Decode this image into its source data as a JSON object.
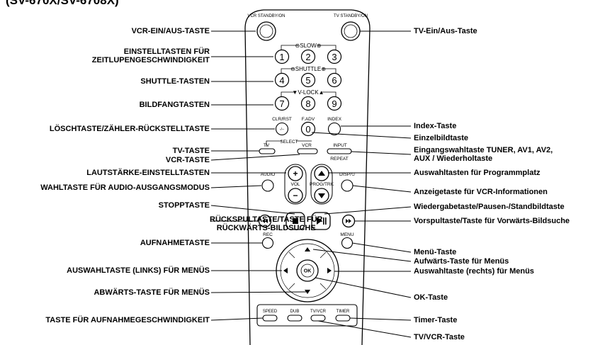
{
  "title": "(SV-670X/SV-6708X)",
  "remote": {
    "vcr_standby": "VCR STANDBY/ON",
    "tv_standby": "TV STANDBY/ON",
    "slow": "⊖SLOW⊕",
    "shuttle": "⊖SHUTTLE⊕",
    "vlock": "▼V-LOCK▲",
    "clr_rst": "CLR/RST",
    "fadv": "F.ADV",
    "index": "INDEX",
    "select": "SELECT",
    "tv": "TV",
    "vcr": "VCR",
    "input": "INPUT",
    "repeat": "REPEAT",
    "audio": "AUDIO",
    "vol": "VOL",
    "prog_trk": "PROG/TRK",
    "disp": "DISP/⏲",
    "rec": "REC",
    "menu": "MENU",
    "ok": "OK",
    "speed": "SPEED",
    "dub": "DUB",
    "tv_vcr": "TV/VCR",
    "timer": "TIMER",
    "digits": [
      "1",
      "2",
      "3",
      "4",
      "5",
      "6",
      "7",
      "8",
      "9",
      "0"
    ]
  },
  "left_labels": [
    {
      "id": "vcr-on-off",
      "lines": [
        "VCR-EIN/AUS-TASTE"
      ]
    },
    {
      "id": "slow-keys",
      "lines": [
        "EINSTELLTASTEN FÜR",
        "ZEITLUPENGESCHWINDIGKEIT"
      ]
    },
    {
      "id": "shuttle-keys",
      "lines": [
        "SHUTTLE-TASTEN"
      ]
    },
    {
      "id": "vlock-keys",
      "lines": [
        "BILDFANGTASTEN"
      ]
    },
    {
      "id": "clear-reset",
      "lines": [
        "LÖSCHTASTE/ZÄHLER-RÜCKSTELLTASTE"
      ]
    },
    {
      "id": "tv-key",
      "lines": [
        "TV-TASTE"
      ]
    },
    {
      "id": "vcr-key",
      "lines": [
        "VCR-TASTE"
      ]
    },
    {
      "id": "volume-keys",
      "lines": [
        "LAUTSTÄRKE-EINSTELLTASTEN"
      ]
    },
    {
      "id": "audio-mode",
      "lines": [
        "WAHLTASTE FÜR AUDIO-AUSGANGSMODUS"
      ]
    },
    {
      "id": "stop-key",
      "lines": [
        "STOPPTASTE"
      ]
    },
    {
      "id": "rewind-key",
      "lines": [
        "RÜCKSPULTASTE/TASTE FÜR",
        "RÜCKWÄRTS-BILDSUCHE"
      ]
    },
    {
      "id": "record-key",
      "lines": [
        "AUFNAHMETASTE"
      ]
    },
    {
      "id": "menu-left",
      "lines": [
        "AUSWAHLTASTE (LINKS) FÜR MENÜS"
      ]
    },
    {
      "id": "menu-down",
      "lines": [
        "ABWÄRTS-TASTE FÜR MENÜS"
      ]
    },
    {
      "id": "speed-key",
      "lines": [
        "TASTE FÜR AUFNAHMEGESCHWINDIGKEIT"
      ]
    }
  ],
  "right_labels": [
    {
      "id": "tv-on-off",
      "lines": [
        "TV-Ein/Aus-Taste"
      ]
    },
    {
      "id": "index-key",
      "lines": [
        "Index-Taste"
      ]
    },
    {
      "id": "frame-advance",
      "lines": [
        "Einzelbildtaste"
      ]
    },
    {
      "id": "input-select",
      "lines": [
        "Eingangswahltaste TUNER, AV1, AV2,",
        "AUX / Wiederholtaste"
      ]
    },
    {
      "id": "program-keys",
      "lines": [
        "Auswahltasten für Programmplatz"
      ]
    },
    {
      "id": "display-key",
      "lines": [
        "Anzeigetaste für VCR-Informationen"
      ]
    },
    {
      "id": "play-pause",
      "lines": [
        "Wiedergabetaste/Pausen-/Standbildtaste"
      ]
    },
    {
      "id": "forward-key",
      "lines": [
        "Vorspultaste/Taste für Vorwärts-Bildsuche"
      ]
    },
    {
      "id": "menu-key",
      "lines": [
        "Menü-Taste"
      ]
    },
    {
      "id": "menu-up",
      "lines": [
        "Aufwärts-Taste für Menüs"
      ]
    },
    {
      "id": "menu-right",
      "lines": [
        "Auswahltaste (rechts) für Menüs"
      ]
    },
    {
      "id": "ok-key",
      "lines": [
        "OK-Taste"
      ]
    },
    {
      "id": "timer-key",
      "lines": [
        "Timer-Taste"
      ]
    },
    {
      "id": "tv-vcr-key",
      "lines": [
        "TV/VCR-Taste"
      ]
    }
  ]
}
